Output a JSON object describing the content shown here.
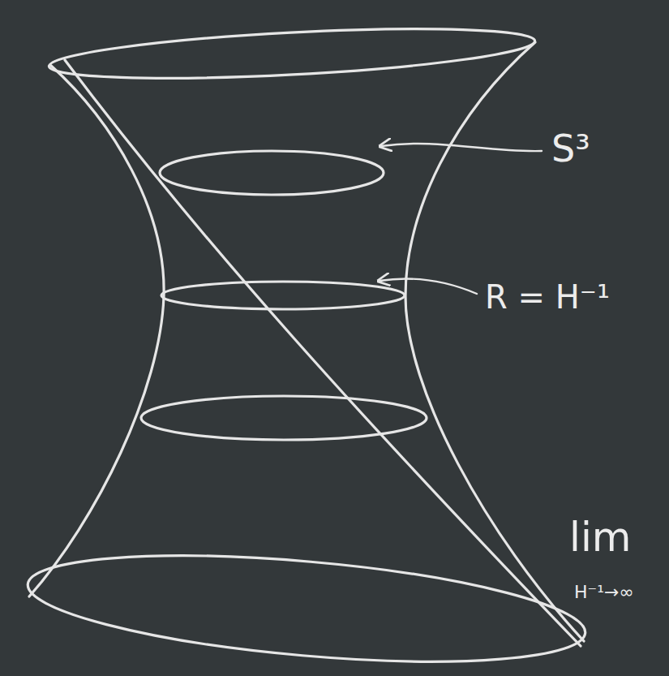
{
  "diagram": {
    "labels": [
      "S³",
      "R = H⁻¹",
      "lim",
      "H⁻¹→∞"
    ]
  }
}
